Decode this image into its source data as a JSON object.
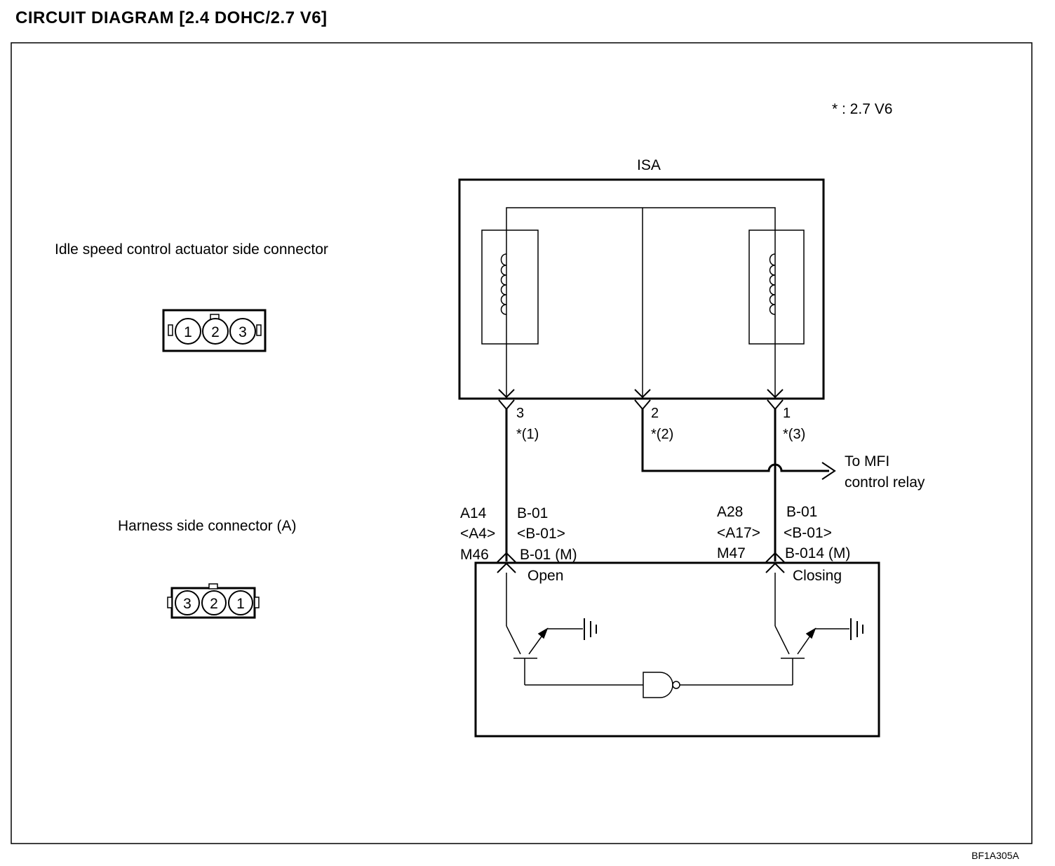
{
  "title": "CIRCUIT DIAGRAM [2.4 DOHC/2.7 V6]",
  "note": "* : 2.7 V6",
  "figure_code": "BF1A305A",
  "left_panel": {
    "actuator_connector_label": "Idle speed control actuator side connector",
    "actuator_connector_pins": [
      "1",
      "2",
      "3"
    ],
    "harness_connector_label": "Harness side connector (A)",
    "harness_connector_pins": [
      "3",
      "2",
      "1"
    ]
  },
  "isa": {
    "label": "ISA",
    "pins": [
      {
        "number": "3",
        "alt": "*(1)"
      },
      {
        "number": "2",
        "alt": "*(2)"
      },
      {
        "number": "1",
        "alt": "*(3)"
      }
    ]
  },
  "mfi": {
    "line1": "To MFI",
    "line2": "control relay"
  },
  "ecm_left": {
    "codes_left": [
      "A14",
      "<A4>",
      "M46"
    ],
    "codes_right": [
      "B-01",
      "<B-01>",
      "B-01 (M)"
    ],
    "output": "Open"
  },
  "ecm_right": {
    "codes_left": [
      "A28",
      "<A17>",
      "M47"
    ],
    "codes_right": [
      "B-01",
      "<B-01>",
      "B-014 (M)"
    ],
    "output": "Closing"
  }
}
